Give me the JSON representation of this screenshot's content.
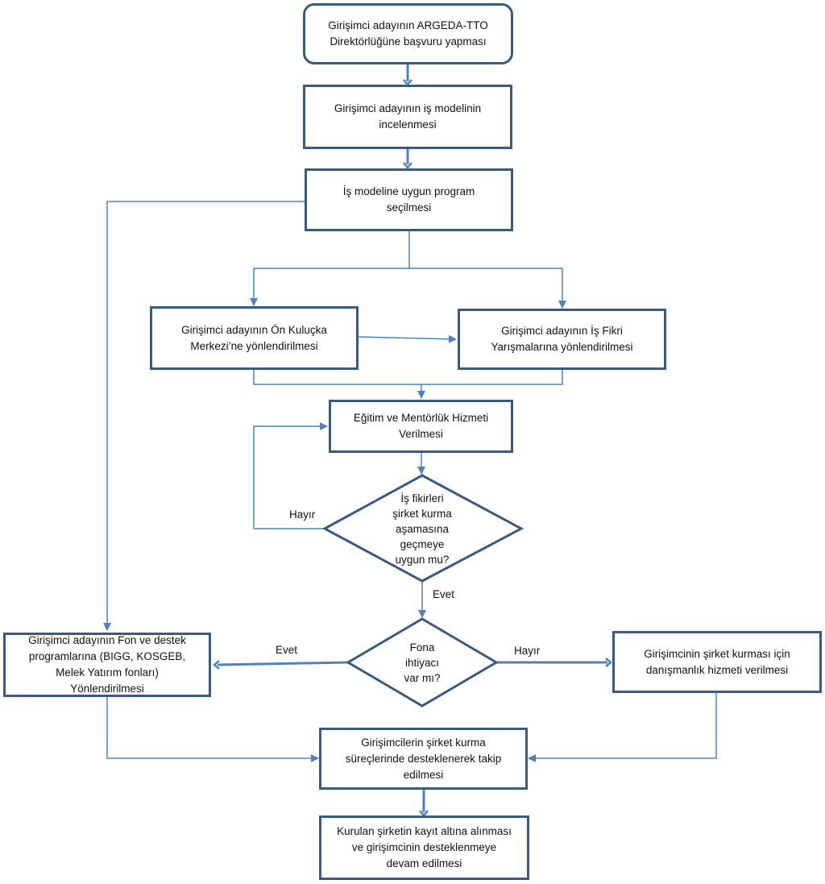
{
  "nodes": {
    "start": "Girişimci adayının ARGEDA-TTO\nDirektörlüğüne başvuru yapması",
    "inceleme": "Girişimci adayının iş modelinin\nincelenmesi",
    "program": "İş modeline uygun program\nseçilmesi",
    "kulucka": "Girişimci adayının Ön Kuluçka\nMerkezi’ne yönlendirilmesi",
    "yarisma": "Girişimci adayının İş Fikri\nYarışmalarına yönlendirilmesi",
    "egitim": "Eğitim ve Mentörlük Hizmeti\nVerilmesi",
    "karar1": "İş fikirleri\nşirket kurma\naşamasına\ngeçmeye\nuygun mu?",
    "karar2": "Fona\nihtiyacı\nvar mı?",
    "fon": "Girişimci adayının Fon ve destek\nprogramlarına (BIGG, KOSGEB,\nMelek Yatırım fonları)\nYönlendirilmesi",
    "danismanlik": "Girişimcinin şirket kurması için\ndanışmanlık hizmeti verilmesi",
    "takip": "Girişimcilerin şirket kurma\nsüreçlerinde desteklenerek takip\nedilmesi",
    "kayit": "Kurulan şirketin kayıt altına alınması\nve girişimcinin desteklenmeye\ndevam edilmesi"
  },
  "labels": {
    "hayir_loop": "Hayır",
    "evet_down": "Evet",
    "evet_left": "Evet",
    "hayir_right": "Hayır"
  },
  "colors": {
    "thick_border": "#3a5a80",
    "arrow": "#4f81bd"
  }
}
